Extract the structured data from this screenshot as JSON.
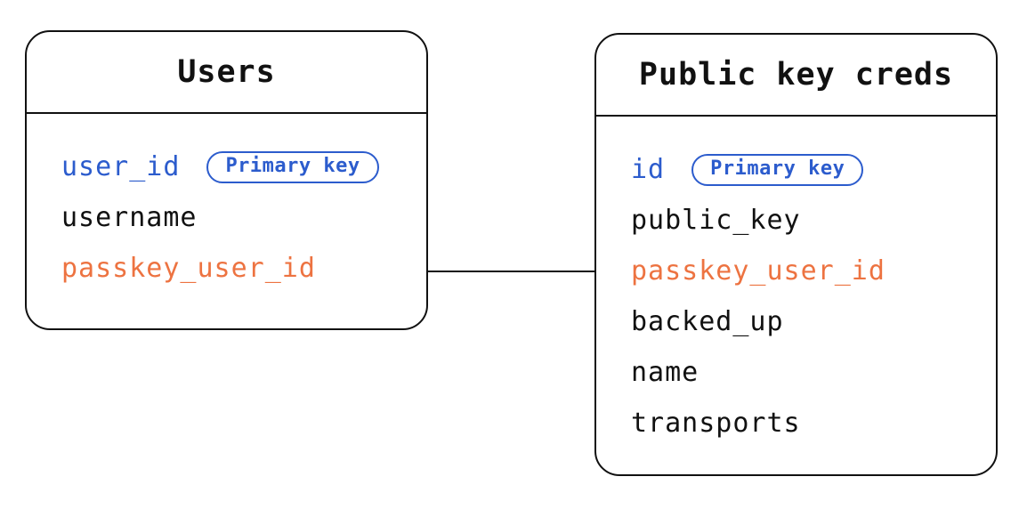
{
  "diagram": {
    "type": "entity-relationship",
    "colors": {
      "ink": "#111111",
      "blue": "#2c5ccd",
      "orange": "#ed7341",
      "background": "#ffffff"
    },
    "badge_label": "Primary key",
    "tables": [
      {
        "title": "Users",
        "fields": [
          {
            "name": "user_id",
            "role": "primary-key",
            "badge": "Primary key"
          },
          {
            "name": "username",
            "role": "plain"
          },
          {
            "name": "passkey_user_id",
            "role": "foreign-key"
          }
        ]
      },
      {
        "title": "Public key creds",
        "fields": [
          {
            "name": "id",
            "role": "primary-key",
            "badge": "Primary key"
          },
          {
            "name": "public_key",
            "role": "plain"
          },
          {
            "name": "passkey_user_id",
            "role": "foreign-key"
          },
          {
            "name": "backed_up",
            "role": "plain"
          },
          {
            "name": "name",
            "role": "plain"
          },
          {
            "name": "transports",
            "role": "plain"
          }
        ]
      }
    ],
    "relationship": {
      "from": "Users.passkey_user_id",
      "to": "Public key creds.passkey_user_id",
      "style": "straight-line"
    }
  }
}
